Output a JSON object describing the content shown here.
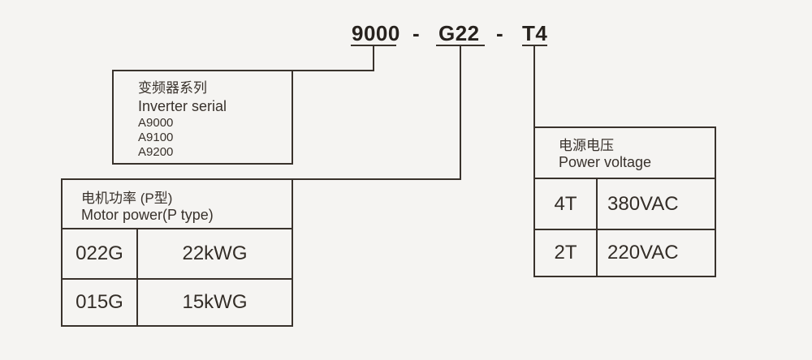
{
  "colors": {
    "background": "#f5f4f2",
    "line": "#39322c",
    "text": "#39322c",
    "title": "#27221e"
  },
  "model_code": {
    "part1": "9000",
    "part2": "G22",
    "part3": "T4",
    "separator": "-"
  },
  "inverter_box": {
    "title_zh": "变频器系列",
    "title_en": "Inverter serial",
    "models": [
      "A9000",
      "A9100",
      "A9200"
    ]
  },
  "motor_power_table": {
    "title_zh": "电机功率 (P型)",
    "title_en": "Motor power(P type)",
    "rows": [
      {
        "code": "022G",
        "value": "22kWG"
      },
      {
        "code": "015G",
        "value": "15kWG"
      }
    ]
  },
  "power_voltage_table": {
    "title_zh": "电源电压",
    "title_en": "Power voltage",
    "rows": [
      {
        "code": "4T",
        "value": "380VAC"
      },
      {
        "code": "2T",
        "value": "220VAC"
      }
    ]
  }
}
